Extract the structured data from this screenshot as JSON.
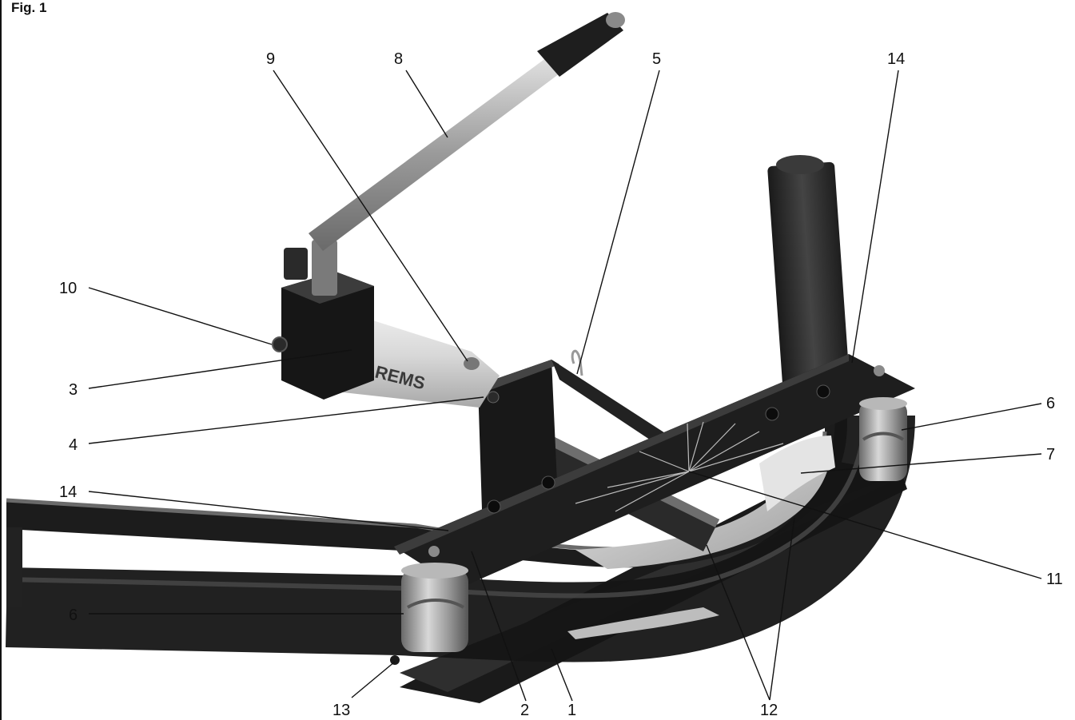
{
  "figure": {
    "label": "Fig. 1",
    "brand": "REMS"
  },
  "callouts": [
    {
      "id": "c1",
      "number": "1"
    },
    {
      "id": "c2",
      "number": "2"
    },
    {
      "id": "c3",
      "number": "3"
    },
    {
      "id": "c4",
      "number": "4"
    },
    {
      "id": "c5",
      "number": "5"
    },
    {
      "id": "c6a",
      "number": "6"
    },
    {
      "id": "c6b",
      "number": "6"
    },
    {
      "id": "c7",
      "number": "7"
    },
    {
      "id": "c8",
      "number": "8"
    },
    {
      "id": "c9",
      "number": "9"
    },
    {
      "id": "c10",
      "number": "10"
    },
    {
      "id": "c11",
      "number": "11"
    },
    {
      "id": "c12",
      "number": "12"
    },
    {
      "id": "c13",
      "number": "13"
    },
    {
      "id": "c14a",
      "number": "14"
    },
    {
      "id": "c14b",
      "number": "14"
    }
  ]
}
